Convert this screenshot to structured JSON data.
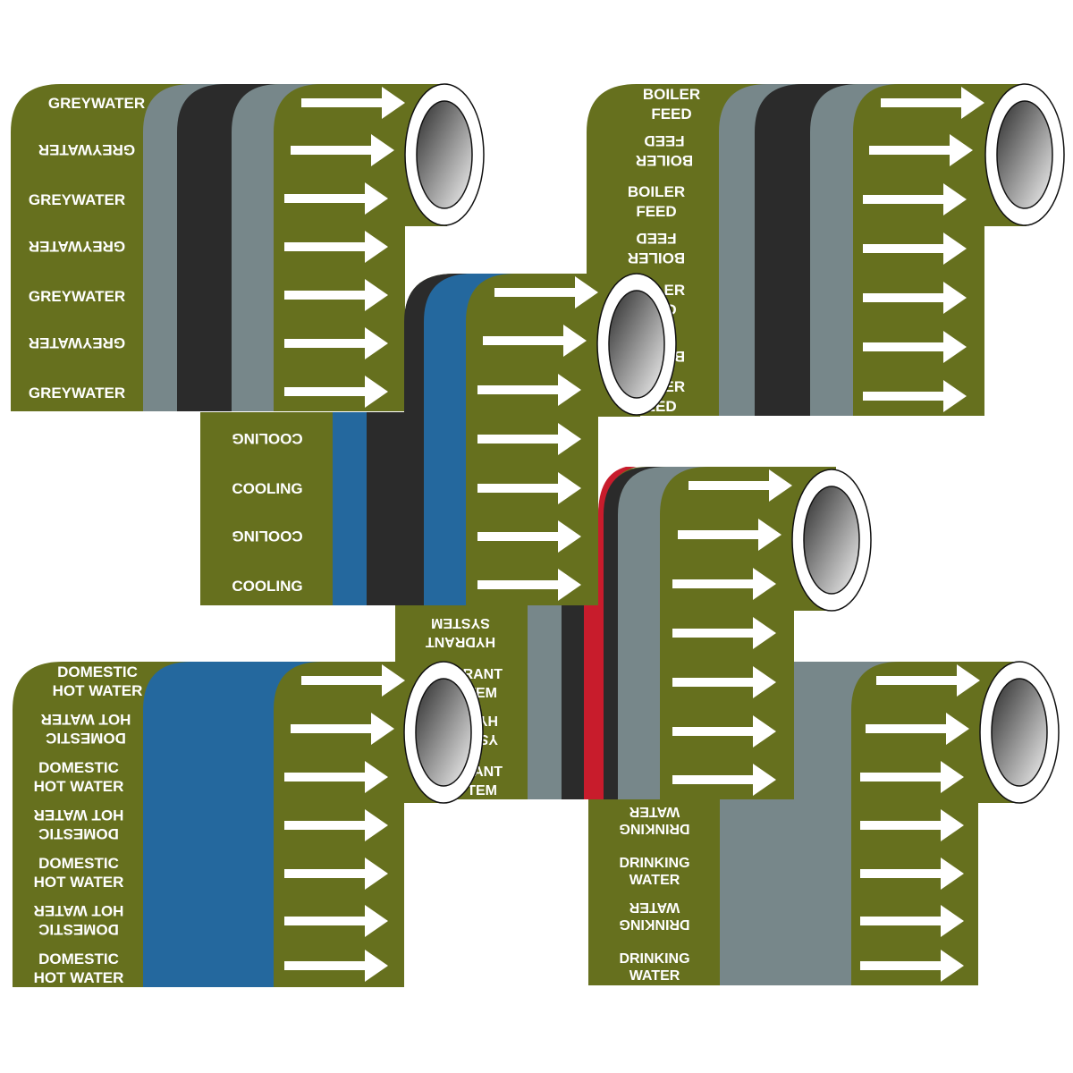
{
  "colors": {
    "base_green": "#66701e",
    "grey": "#77878a",
    "black": "#2b2b2b",
    "blue": "#24689e",
    "red": "#c81c2c",
    "arrow": "#ffffff",
    "core_rim": "#ffffff"
  },
  "icons": [
    "arrow-right-icon",
    "tape-core-icon"
  ],
  "rolls": {
    "greywater": {
      "label": "GREYWATER"
    },
    "boiler_feed": {
      "label_line1": "BOILER",
      "label_line2": "FEED"
    },
    "cooling": {
      "label": "COOLING"
    },
    "hydrant_system": {
      "label_line1": "HYDRANT",
      "label_line2": "SYSTEM",
      "partial_line1": "RANT",
      "partial_line2": "TEM",
      "partial_line3": "YS",
      "partial_line4": "HY"
    },
    "domestic_hot_water": {
      "label_line1": "DOMESTIC",
      "label_line2": "HOT WATER"
    },
    "drinking_water": {
      "label_line1": "DRINKING",
      "label_line2": "WATER"
    }
  }
}
